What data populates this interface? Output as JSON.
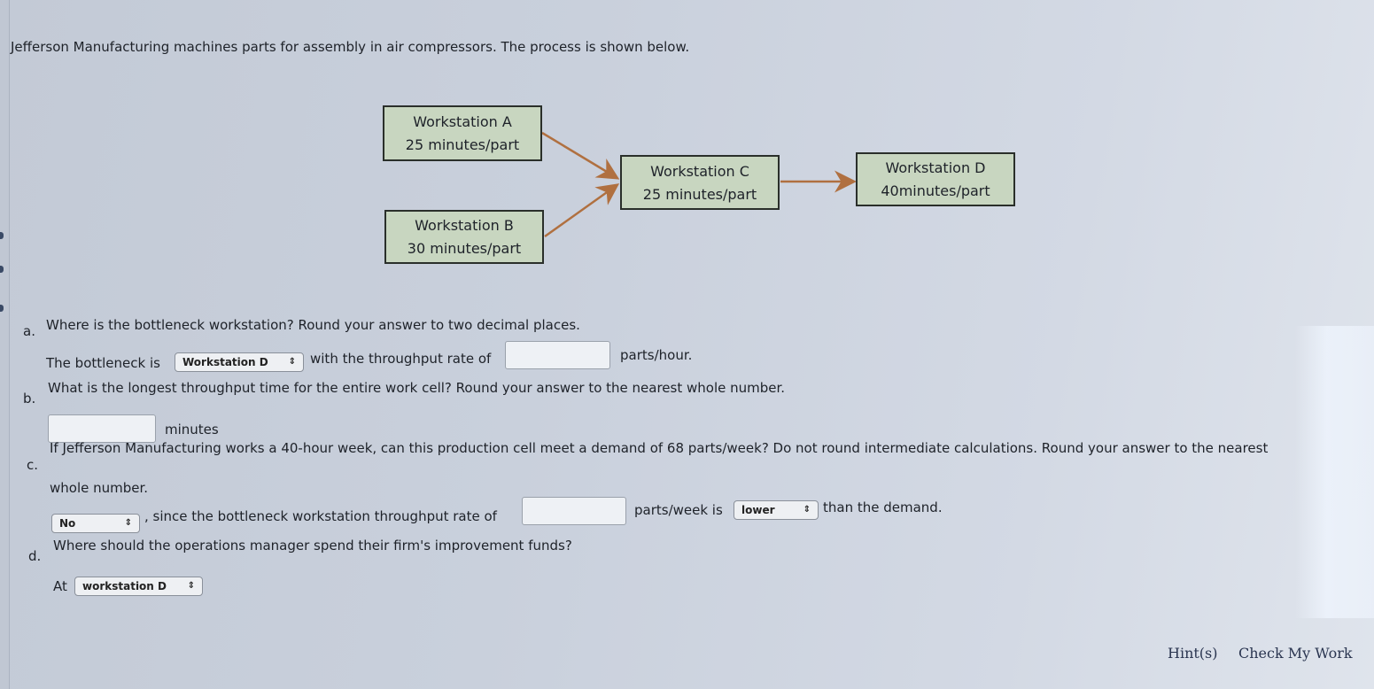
{
  "intro": "Jefferson Manufacturing machines parts for assembly in air compressors. The process is shown below.",
  "diagram": {
    "workstations": [
      {
        "name": "Workstation A",
        "time": "25 minutes/part"
      },
      {
        "name": "Workstation B",
        "time": "30 minutes/part"
      },
      {
        "name": "Workstation C",
        "time": "25 minutes/part"
      },
      {
        "name": "Workstation D",
        "time": "40minutes/part"
      }
    ],
    "arrow_color": "#b07040"
  },
  "a": {
    "letter": "a.",
    "question": "Where is the bottleneck workstation? Round your answer to two decimal places.",
    "prefix": "The bottleneck is",
    "select": "Workstation D",
    "middle": "with the throughput rate of",
    "input_value": "",
    "suffix": "parts/hour."
  },
  "b": {
    "letter": "b.",
    "question": "What is the longest throughput time for the entire work cell? Round your answer to the nearest whole number.",
    "input_value": "",
    "unit": "minutes"
  },
  "c": {
    "letter": "c.",
    "question": "If Jefferson Manufacturing works a 40-hour week, can this production cell meet a demand of 68 parts/week? Do not round intermediate calculations. Round your answer to the nearest",
    "question_cont": "whole number.",
    "select1": "No",
    "middle": ", since the bottleneck workstation throughput rate of",
    "input_value": "",
    "middle2": "parts/week is",
    "select2": "lower",
    "suffix": "than the demand."
  },
  "d": {
    "letter": "d.",
    "question": "Where should the operations manager spend their firm's improvement funds?",
    "prefix": "At",
    "select": "workstation D"
  },
  "footer": {
    "hints": "Hint(s)",
    "check": "Check My Work"
  }
}
